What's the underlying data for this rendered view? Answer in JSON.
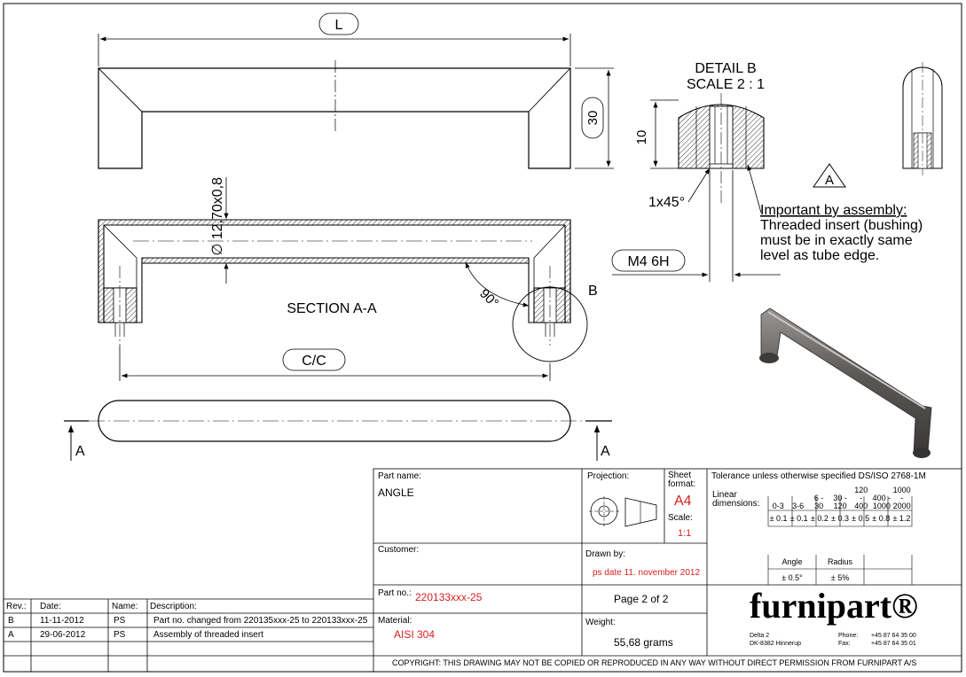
{
  "drawing": {
    "dim_length": "L",
    "dim_height": "30",
    "dim_tube": "∅ 12,70x0,8",
    "dim_cc": "C/C",
    "section_label": "SECTION A-A",
    "angle_label": "90°",
    "detail_circle_label": "B",
    "section_marker": "A",
    "detail_title": "DETAIL B",
    "detail_scale": "SCALE 2 : 1",
    "detail_dim_10": "10",
    "detail_chamfer": "1x45°",
    "thread_label": "M4 6H",
    "note_marker": "A",
    "note_lines": [
      "Important by assembly:",
      "Threaded insert (bushing)",
      "must be in exactly same",
      "level as tube edge."
    ]
  },
  "title_block": {
    "part_name_label": "Part name:",
    "part_name": "ANGLE",
    "projection_label": "Projection:",
    "sheet_format_label": "Sheet format:",
    "sheet_format": "A4",
    "scale_label": "Scale:",
    "scale": "1:1",
    "customer_label": "Customer:",
    "drawn_by_label": "Drawn by:",
    "drawn_by": "ps date 11. november 2012",
    "part_no_label": "Part no.:",
    "part_no": "220133xxx-25",
    "page": "Page 2 of 2",
    "material_label": "Material:",
    "material": "AISI 304",
    "weight_label": "Weight:",
    "weight": "55,68 grams",
    "copyright": "COPYRIGHT: THIS DRAWING MAY NOT BE COPIED OR REPRODUCED IN ANY WAY WITHOUT DIRECT PERMISSION FROM FURNIPART A/S"
  },
  "tolerance": {
    "title": "Tolerance unless otherwise specified DS/ISO 2768-1M",
    "linear_label": "Linear dimensions:",
    "ranges": [
      "0-3",
      "3-6",
      "6 - 30",
      "30 - 120",
      "120 - 400",
      "400 - 1000",
      "1000 - 2000"
    ],
    "values": [
      "± 0.1",
      "± 0.1",
      "± 0.2",
      "± 0.3",
      "± 0.5",
      "± 0.8",
      "± 1.2"
    ],
    "angle_label": "Angle",
    "angle_value": "± 0.5°",
    "radius_label": "Radius",
    "radius_value": "± 5%"
  },
  "company": {
    "logo": "furnipart®",
    "address_line1": "Delta 2",
    "address_line2": "DK-8382 Hinnerup",
    "phone_label": "Phone:",
    "phone": "+45 87 64 35 00",
    "fax_label": "Fax:",
    "fax": "+45 87 64 35 01"
  },
  "revisions": {
    "headers": [
      "Rev.:",
      "Date:",
      "Name:",
      "Description:"
    ],
    "rows": [
      [
        "B",
        "11-11-2012",
        "PS",
        "Part no. changed from 220135xxx-25 to 220133xxx-25"
      ],
      [
        "A",
        "29-06-2012",
        "PS",
        "Assembly of threaded insert"
      ]
    ]
  }
}
